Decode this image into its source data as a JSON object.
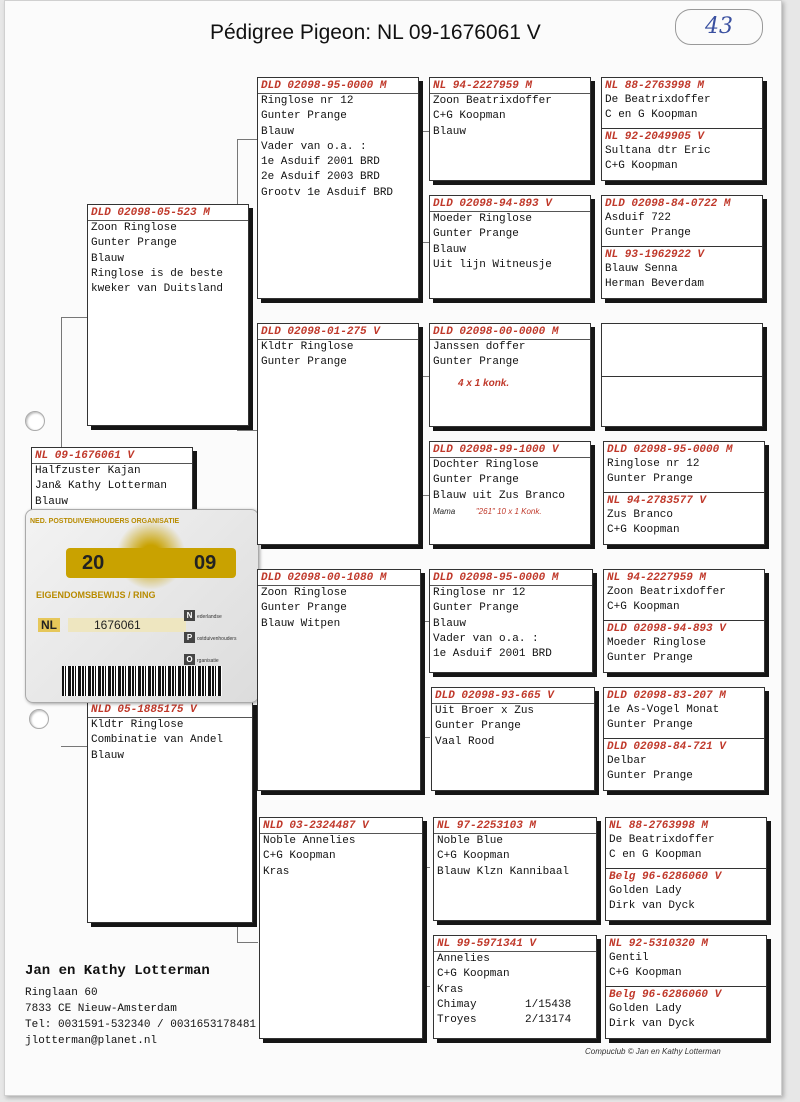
{
  "page": {
    "title": "Pédigree Pigeon: NL  09-1676061 V",
    "page_number": "43"
  },
  "subject": {
    "ring": "NL 09-1676061 V",
    "lines": [
      "Halfzuster Kajan",
      "Jan& Kathy Lotterman",
      "Blauw"
    ]
  },
  "father": {
    "ring": "DLD 02098-05-523 M",
    "lines": [
      "Zoon Ringlose",
      "Gunter Prange",
      "Blauw",
      "Ringlose is de beste",
      "kweker van Duitsland"
    ]
  },
  "mother": {
    "ring": "NLD 05-1885175 V",
    "lines": [
      "Kldtr Ringlose",
      "Combinatie van Andel",
      "Blauw"
    ]
  },
  "gen2": [
    {
      "ring": "DLD 02098-95-0000 M",
      "lines": [
        "Ringlose  nr 12",
        "Gunter Prange",
        "Blauw",
        "Vader van o.a. :",
        "1e Asduif 2001 BRD",
        "2e Asduif 2003 BRD",
        "Grootv 1e Asduif BRD"
      ]
    },
    {
      "ring": "DLD 02098-01-275 V",
      "lines": [
        "Kldtr Ringlose",
        "Gunter Prange"
      ]
    },
    {
      "ring": "DLD 02098-00-1080 M",
      "lines": [
        "Zoon Ringlose",
        "Gunter Prange",
        "Blauw Witpen"
      ]
    },
    {
      "ring": "NLD 03-2324487 V",
      "lines": [
        "Noble Annelies",
        "C+G Koopman",
        "Kras"
      ]
    }
  ],
  "gen3": [
    {
      "ring": "NL 94-2227959 M",
      "lines": [
        "Zoon Beatrixdoffer",
        "C+G Koopman",
        "Blauw"
      ]
    },
    {
      "ring": "DLD 02098-94-893 V",
      "lines": [
        "Moeder Ringlose",
        "Gunter Prange",
        "Blauw",
        "Uit lijn Witneusje"
      ]
    },
    {
      "ring": "DLD 02098-00-0000 M",
      "lines": [
        "Janssen doffer",
        "Gunter Prange"
      ],
      "note": "4 x 1 konk."
    },
    {
      "ring": "DLD 02098-99-1000 V",
      "lines": [
        "Dochter Ringlose",
        "Gunter Prange",
        "Blauw uit Zus Branco"
      ],
      "note_label": "Mama",
      "note": "\"261\" 10 x 1 Konk."
    },
    {
      "ring": "DLD 02098-95-0000 M",
      "lines": [
        "Ringlose  nr 12",
        "Gunter Prange",
        "Blauw",
        "Vader van o.a. :",
        "1e Asduif 2001 BRD"
      ]
    },
    {
      "ring": "DLD 02098-93-665 V",
      "lines": [
        "Uit Broer x Zus",
        "Gunter Prange",
        "Vaal Rood"
      ]
    },
    {
      "ring": "NL 97-2253103 M",
      "lines": [
        "Noble Blue",
        "C+G Koopman",
        "Blauw Klzn Kannibaal"
      ]
    },
    {
      "ring": "NL 99-5971341 V",
      "lines": [
        "Annelies",
        "C+G Koopman",
        "Kras"
      ],
      "results": [
        {
          "race": "Chimay",
          "result": "1/15438"
        },
        {
          "race": "Troyes",
          "result": "2/13174"
        }
      ]
    }
  ],
  "gen4": [
    [
      {
        "ring": "NL 88-2763998 M",
        "lines": [
          "De Beatrixdoffer",
          "C en G Koopman"
        ]
      },
      {
        "ring": "NL 92-2049905 V",
        "lines": [
          "Sultana dtr Eric",
          "C+G Koopman"
        ]
      }
    ],
    [
      {
        "ring": "DLD 02098-84-0722 M",
        "lines": [
          "Asduif 722",
          "Gunter Prange"
        ]
      },
      {
        "ring": "NL 93-1962922 V",
        "lines": [
          "Blauw Senna",
          "Herman Beverdam"
        ]
      }
    ],
    [
      {
        "ring": "",
        "lines": []
      },
      {
        "ring": "",
        "lines": []
      }
    ],
    [
      {
        "ring": "DLD 02098-95-0000 M",
        "lines": [
          "Ringlose  nr 12",
          "Gunter Prange"
        ]
      },
      {
        "ring": "NL 94-2783577 V",
        "lines": [
          "Zus Branco",
          "C+G Koopman"
        ]
      }
    ],
    [
      {
        "ring": "NL 94-2227959 M",
        "lines": [
          "Zoon Beatrixdoffer",
          "C+G Koopman"
        ]
      },
      {
        "ring": "DLD 02098-94-893 V",
        "lines": [
          "Moeder Ringlose",
          "Gunter Prange"
        ]
      }
    ],
    [
      {
        "ring": "DLD 02098-83-207 M",
        "lines": [
          "1e As-Vogel Monat",
          "Gunter Prange"
        ]
      },
      {
        "ring": "DLD 02098-84-721 V",
        "lines": [
          "Delbar",
          "Gunter Prange"
        ]
      }
    ],
    [
      {
        "ring": "NL 88-2763998 M",
        "lines": [
          "De Beatrixdoffer",
          "C en G Koopman"
        ]
      },
      {
        "ring": "Belg 96-6286060 V",
        "lines": [
          "Golden Lady",
          "Dirk van Dyck"
        ]
      }
    ],
    [
      {
        "ring": "NL 92-5310320 M",
        "lines": [
          "Gentil",
          "C+G Koopman"
        ]
      },
      {
        "ring": "Belg 96-6286060 V",
        "lines": [
          "Golden Lady",
          "Dirk van Dyck"
        ]
      }
    ]
  ],
  "ring_card": {
    "organization": "NED. POSTDUIVENHOUDERS ORGANISATIE",
    "year_left": "20",
    "year_right": "09",
    "title": "EIGENDOMSBEWIJS / RING",
    "country": "NL",
    "number": "1676061",
    "org_letters": [
      "N",
      "P",
      "O"
    ],
    "org_words": [
      "ederlandse",
      "ostduivenhouders",
      "rganisatie"
    ]
  },
  "owner": {
    "name": "Jan en Kathy Lotterman",
    "address": "Ringlaan 60",
    "city": "7833 CE  Nieuw-Amsterdam",
    "phone": "Tel: 0031591-532340 / 0031653178481",
    "email": "jlotterman@planet.nl"
  },
  "footer": "Compuclub © Jan en Kathy Lotterman"
}
